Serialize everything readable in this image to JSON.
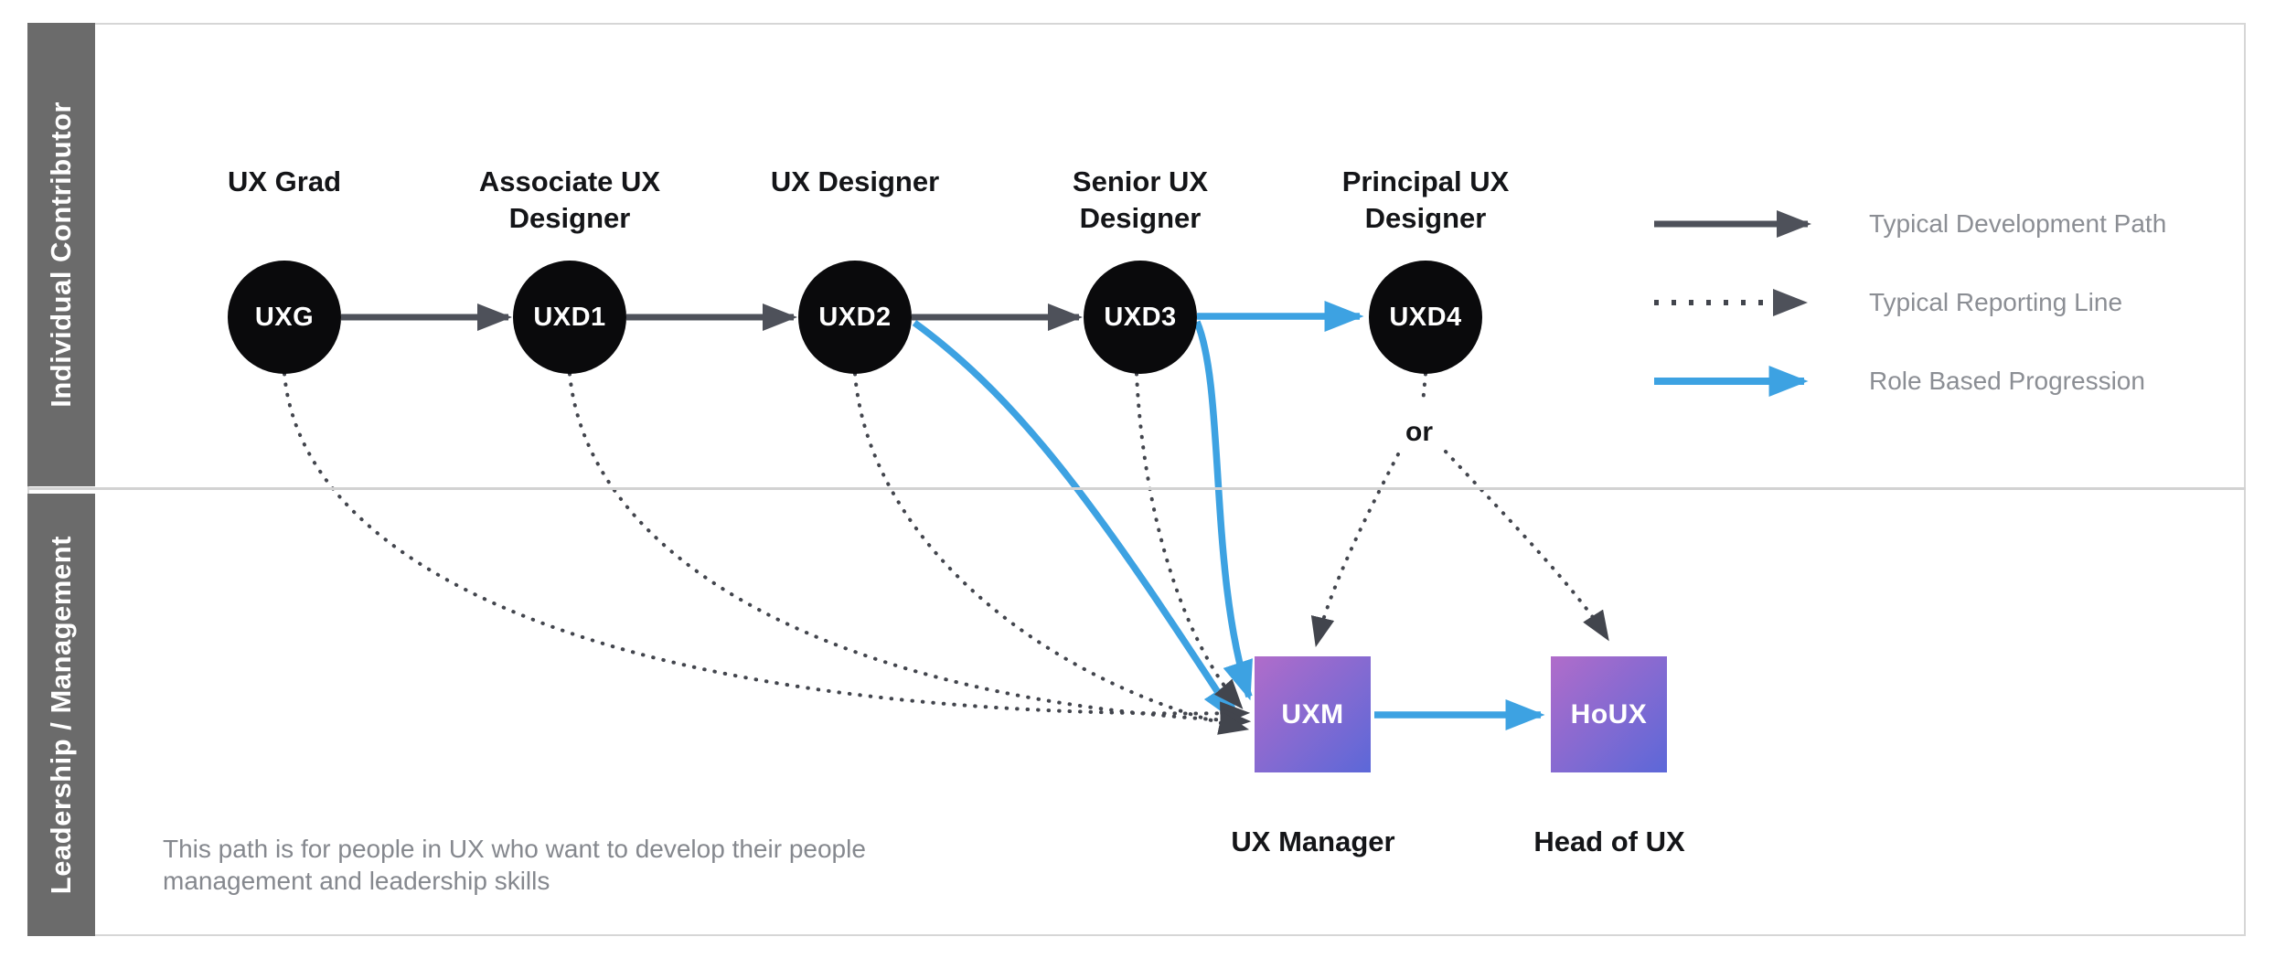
{
  "diagram": {
    "lanes": [
      {
        "label": "Individual Contributor"
      },
      {
        "label": "Leadership / Management"
      }
    ],
    "ic_nodes": [
      {
        "id": "UXG",
        "title1": "UX Grad",
        "title2": ""
      },
      {
        "id": "UXD1",
        "title1": "Associate UX",
        "title2": "Designer"
      },
      {
        "id": "UXD2",
        "title1": "UX Designer",
        "title2": ""
      },
      {
        "id": "UXD3",
        "title1": "Senior UX",
        "title2": "Designer"
      },
      {
        "id": "UXD4",
        "title1": "Principal UX",
        "title2": "Designer"
      }
    ],
    "mgmt_nodes": [
      {
        "id": "UXM",
        "title": "UX Manager"
      },
      {
        "id": "HoUX",
        "title": "Head of UX"
      }
    ],
    "or_label": "or",
    "footnote": {
      "line1": "This path is for people in UX who want to develop their people",
      "line2": "management and leadership skills"
    }
  },
  "legend": {
    "items": [
      {
        "label": "Typical Development Path",
        "style": "solid-dark"
      },
      {
        "label": "Typical Reporting Line",
        "style": "dotted-dark"
      },
      {
        "label": "Role Based Progression",
        "style": "solid-blue"
      }
    ]
  },
  "colors": {
    "development_path": "#4e515a",
    "reporting_line": "#42454d",
    "progression": "#3da2e2",
    "node_black": "#0a0a0c",
    "lane_gray": "#6b6b6b",
    "square_gradient_start": "#b06cca",
    "square_gradient_end": "#5c68d8",
    "legend_text": "#8b8e94"
  }
}
